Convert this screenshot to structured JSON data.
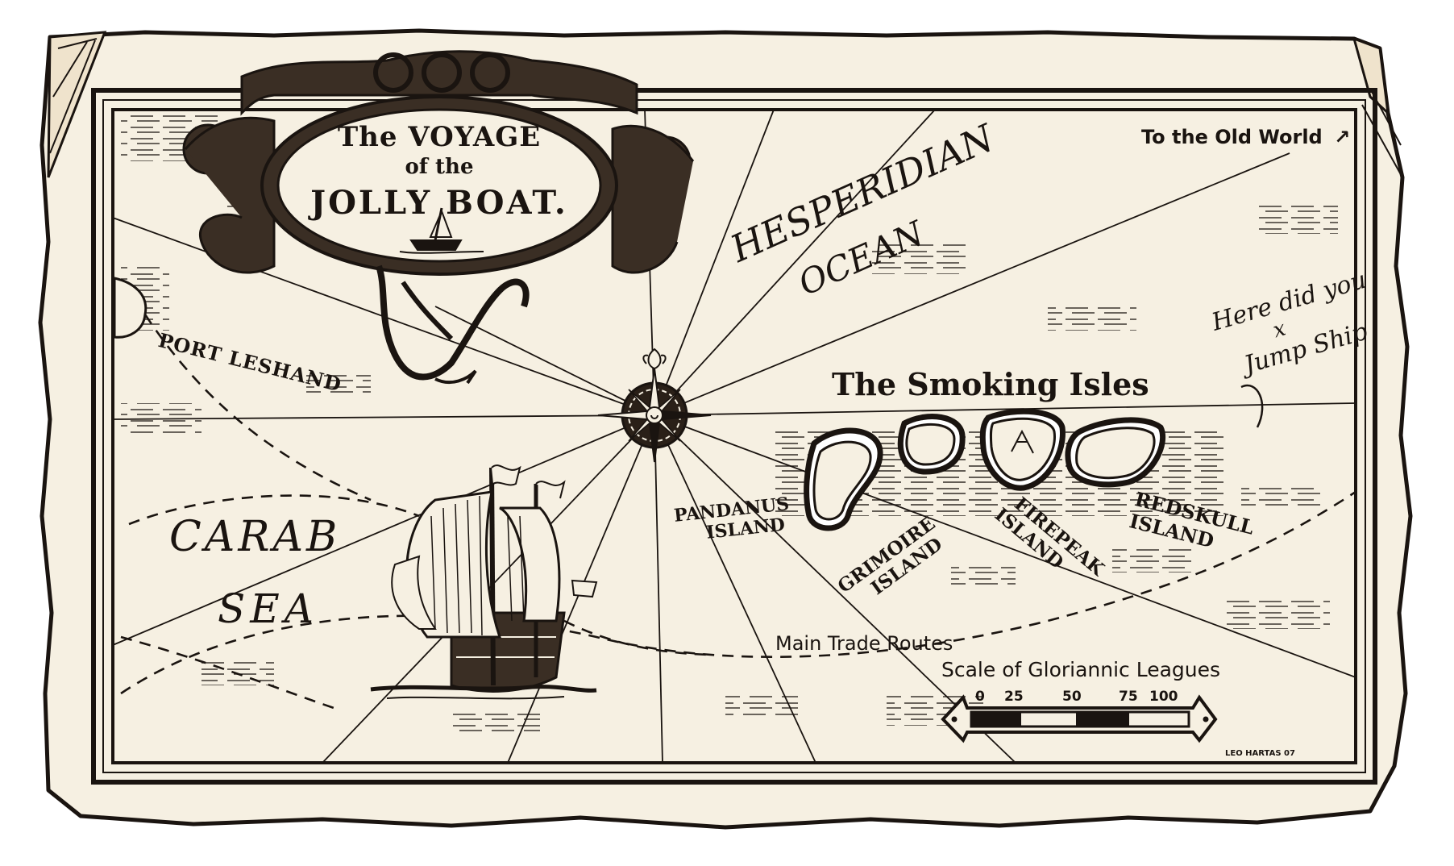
{
  "map": {
    "title": {
      "line1": "The VOYAGE",
      "line2": "of the",
      "line3": "JOLLY BOAT."
    },
    "oceans": {
      "hesperidian_ocean": {
        "line1": "HESPERIDIAN",
        "line2": "OCEAN"
      },
      "carab_sea": {
        "line1": "CARAB",
        "line2": "SEA"
      }
    },
    "places": {
      "port_leshand": "PORT LESHAND",
      "smoking_isles": "The Smoking Isles",
      "to_old_world": "To the Old World",
      "to_old_world_arrow": "↗"
    },
    "islands": [
      {
        "name_line1": "PANDANUS",
        "name_line2": "ISLAND"
      },
      {
        "name_line1": "GRIMOIRE",
        "name_line2": "ISLAND"
      },
      {
        "name_line1": "FIREPEAK",
        "name_line2": "ISLAND"
      },
      {
        "name_line1": "REDSKULL",
        "name_line2": "ISLAND"
      }
    ],
    "annotation": {
      "line1": "Here did you",
      "mark": "x",
      "line2": "Jump Ship"
    },
    "routes_label": "Main Trade Routes",
    "scale": {
      "title": "Scale of Gloriannic Leagues",
      "ticks": [
        "0",
        "25",
        "50",
        "75",
        "100"
      ]
    },
    "signature": "LEO HARTAS 07",
    "icons": [
      "compass-rose-icon",
      "galleon-ship-icon",
      "rowing-boat-icon",
      "scroll-cartouche-icon"
    ],
    "colors": {
      "parchment": "#f6f0e2",
      "parchment_shadow": "#efe3cc",
      "ink": "#1a1410",
      "background": "#ffffff"
    }
  }
}
